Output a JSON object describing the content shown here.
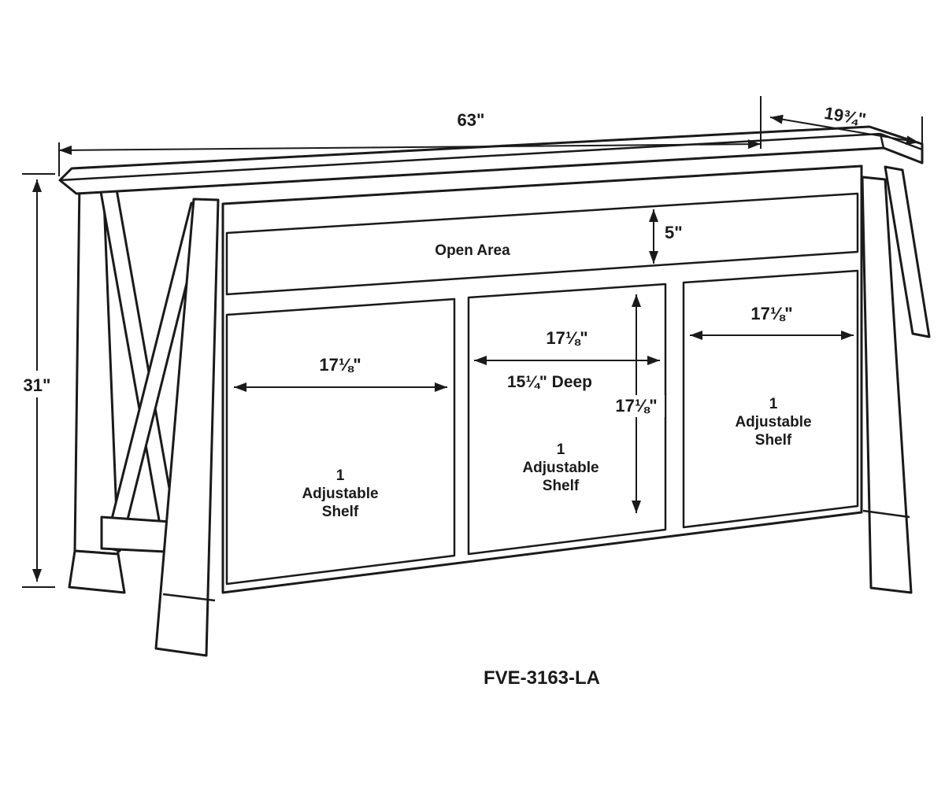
{
  "figure": {
    "model": "FVE-3163-LA",
    "background": "#ffffff",
    "line_color": "#1a1a1a"
  },
  "dimensions": {
    "overall_width": "63\"",
    "overall_depth": "19¾\"",
    "overall_height": "31\"",
    "open_area_height": "5\"",
    "left_opening_width": "17⅛\"",
    "middle_opening_width": "17⅛\"",
    "middle_opening_height": "17⅛\"",
    "interior_depth": "15¼\" Deep",
    "right_opening_width": "17⅛\""
  },
  "labels": {
    "open_area": "Open Area",
    "left_compartment": [
      "1",
      "Adjustable",
      "Shelf"
    ],
    "middle_compartment": [
      "1",
      "Adjustable",
      "Shelf"
    ],
    "right_compartment": [
      "1",
      "Adjustable",
      "Shelf"
    ]
  }
}
